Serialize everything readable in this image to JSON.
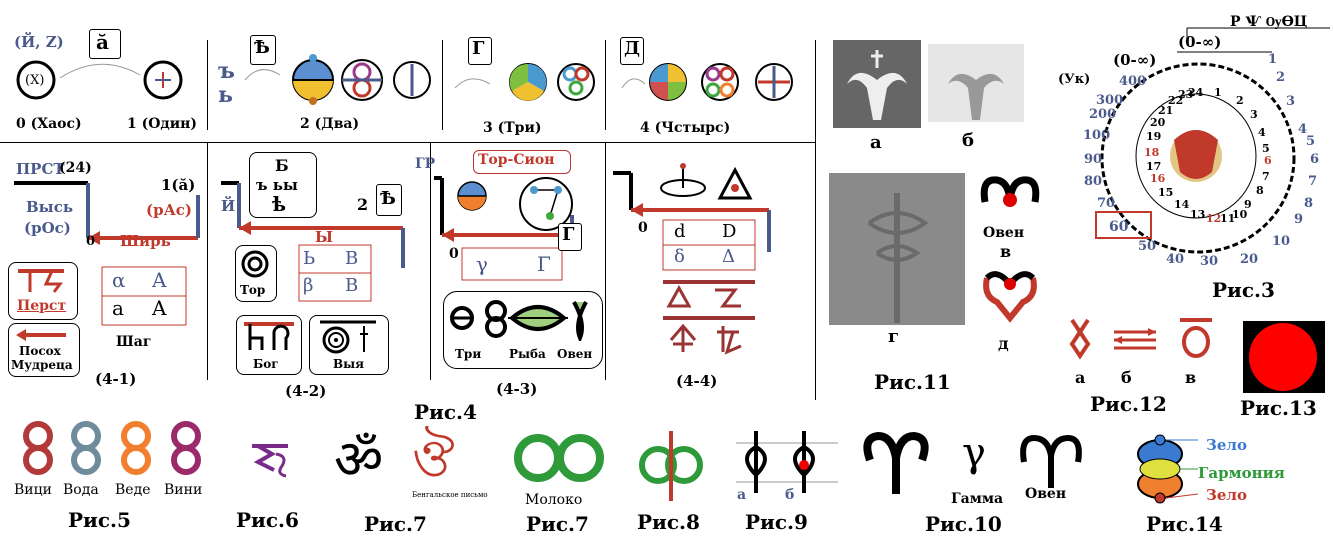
{
  "fig4": {
    "caption": "Рис.4",
    "top": {
      "yz_label": "(Й, Z)",
      "x_circle": "(X)",
      "a_letter": "ӑ",
      "zero_label": "0 (Хаос)",
      "one_label": "1 (Один)",
      "b_letter": "Ѣ",
      "hard_soft": [
        "ъ",
        "ь"
      ],
      "two_label": "2 (Два)",
      "g_letter": "Г",
      "three_label": "3 (Три)",
      "d_letter": "Д",
      "four_label": "4 (Чстырс)"
    },
    "p1": {
      "prst": "ПРСТ",
      "prst_num": "(24)",
      "one_a": "1(ӑ)",
      "vys": "Высь",
      "ros": "(рОс)",
      "ras": "(рАс)",
      "shir": "Ширь",
      "zero": "0",
      "alpha": "α",
      "A_cap": "A",
      "a_small": "a",
      "A_script": "A",
      "shag": "Шаг",
      "perst": "Перст",
      "posokh": "Посох",
      "mudretsa": "Мудреца",
      "label": "(4-1)"
    },
    "p2": {
      "B": "Б",
      "yers": "ъ ьы",
      "yat": "ѣ",
      "Y": "Й",
      "two": "2",
      "yery": "Ы",
      "b_soft": "Ь",
      "v_cap": "В",
      "beta": "β",
      "v2": "В",
      "tor": "Тор",
      "bog": "Бог",
      "vyya": "Выя",
      "label": "(4-2)"
    },
    "p3": {
      "gr": "ГР",
      "tor_sion": "Тор-Сион",
      "zero": "0",
      "gamma": "γ",
      "Gamma": "Γ",
      "tri": "Три",
      "ryba": "Рыба",
      "oven": "Овен",
      "label": "(4-3)"
    },
    "p4": {
      "zero": "0",
      "d_small": "d",
      "D_cap": "D",
      "delta": "δ",
      "Delta": "Δ",
      "label": "(4-4)"
    }
  },
  "fig11": {
    "caption": "Рис.11",
    "a": "а",
    "b": "б",
    "v": "в",
    "g": "г",
    "d": "д",
    "oven": "Овен"
  },
  "fig3": {
    "caption": "Рис.3",
    "top1": "(0-∞)",
    "top1_letters": "Р Ѱ ѸѲЦ",
    "top2": "(0-∞)",
    "uk": "(Ук)",
    "outer_left": [
      "400",
      "300",
      "200",
      "100",
      "90",
      "80",
      "70",
      "60",
      "50",
      "40",
      "30"
    ],
    "inner_nums": [
      "24",
      "1",
      "2",
      "3",
      "4",
      "5",
      "6",
      "7",
      "8",
      "9",
      "10",
      "11",
      "12",
      "13",
      "14",
      "15",
      "16",
      "17",
      "18",
      "19",
      "20",
      "21",
      "22",
      "23"
    ],
    "outer_right": [
      "1",
      "2",
      "3",
      "4",
      "5",
      "6",
      "7",
      "8",
      "9",
      "10",
      "20"
    ]
  },
  "fig12": {
    "caption": "Рис.12",
    "a": "а",
    "b": "б",
    "v": "в"
  },
  "fig13": {
    "caption": "Рис.13"
  },
  "fig5": {
    "caption": "Рис.5",
    "labels": [
      "Вици",
      "Вода",
      "Веде",
      "Вини"
    ]
  },
  "fig6": {
    "caption": "Рис.6"
  },
  "fig7a": {
    "caption": "Рис.7",
    "om": "ॐ",
    "bengali": "ঔ",
    "note": "Бенгальское письмо"
  },
  "fig7b": {
    "caption": "Рис.7",
    "label": "Молоко"
  },
  "fig8": {
    "caption": "Рис.8"
  },
  "fig9": {
    "caption": "Рис.9",
    "a": "а",
    "b": "б",
    "phi": "ф"
  },
  "fig10": {
    "caption": "Рис.10",
    "gamma_label": "Гамма",
    "oven_label": "Овен",
    "gamma": "γ"
  },
  "fig14": {
    "caption": "Рис.14",
    "top": "Зело",
    "middle": "Гармония",
    "bottom": "Зело"
  },
  "colors": {
    "blue": "#4a5a8c",
    "red": "#c0392b",
    "green": "#3fa73f",
    "yellow": "#f0c030",
    "orange": "#f08030",
    "purple": "#9a3a8a",
    "teal": "#708c9c"
  }
}
